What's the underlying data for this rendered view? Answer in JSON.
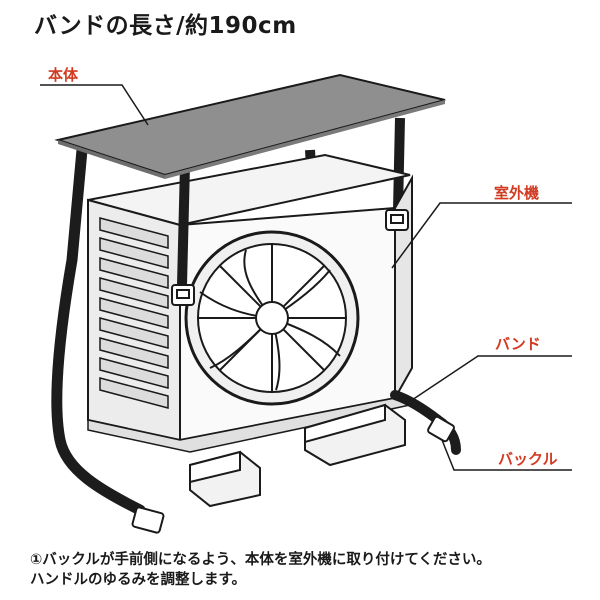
{
  "title": "バンドの長さ/約190cm",
  "labels": {
    "body": "本体",
    "outdoor_unit": "室外機",
    "band": "バンド",
    "buckle": "バックル"
  },
  "caption": {
    "line1": "①バックルが手前側になるよう、本体を室外機に取り付けてください。",
    "line2": "ハンドルのゆるみを調整します。"
  },
  "colors": {
    "label_red": "#d23a22",
    "cover_gray": "#8f8f8f",
    "strap_black": "#1c1c1c"
  }
}
